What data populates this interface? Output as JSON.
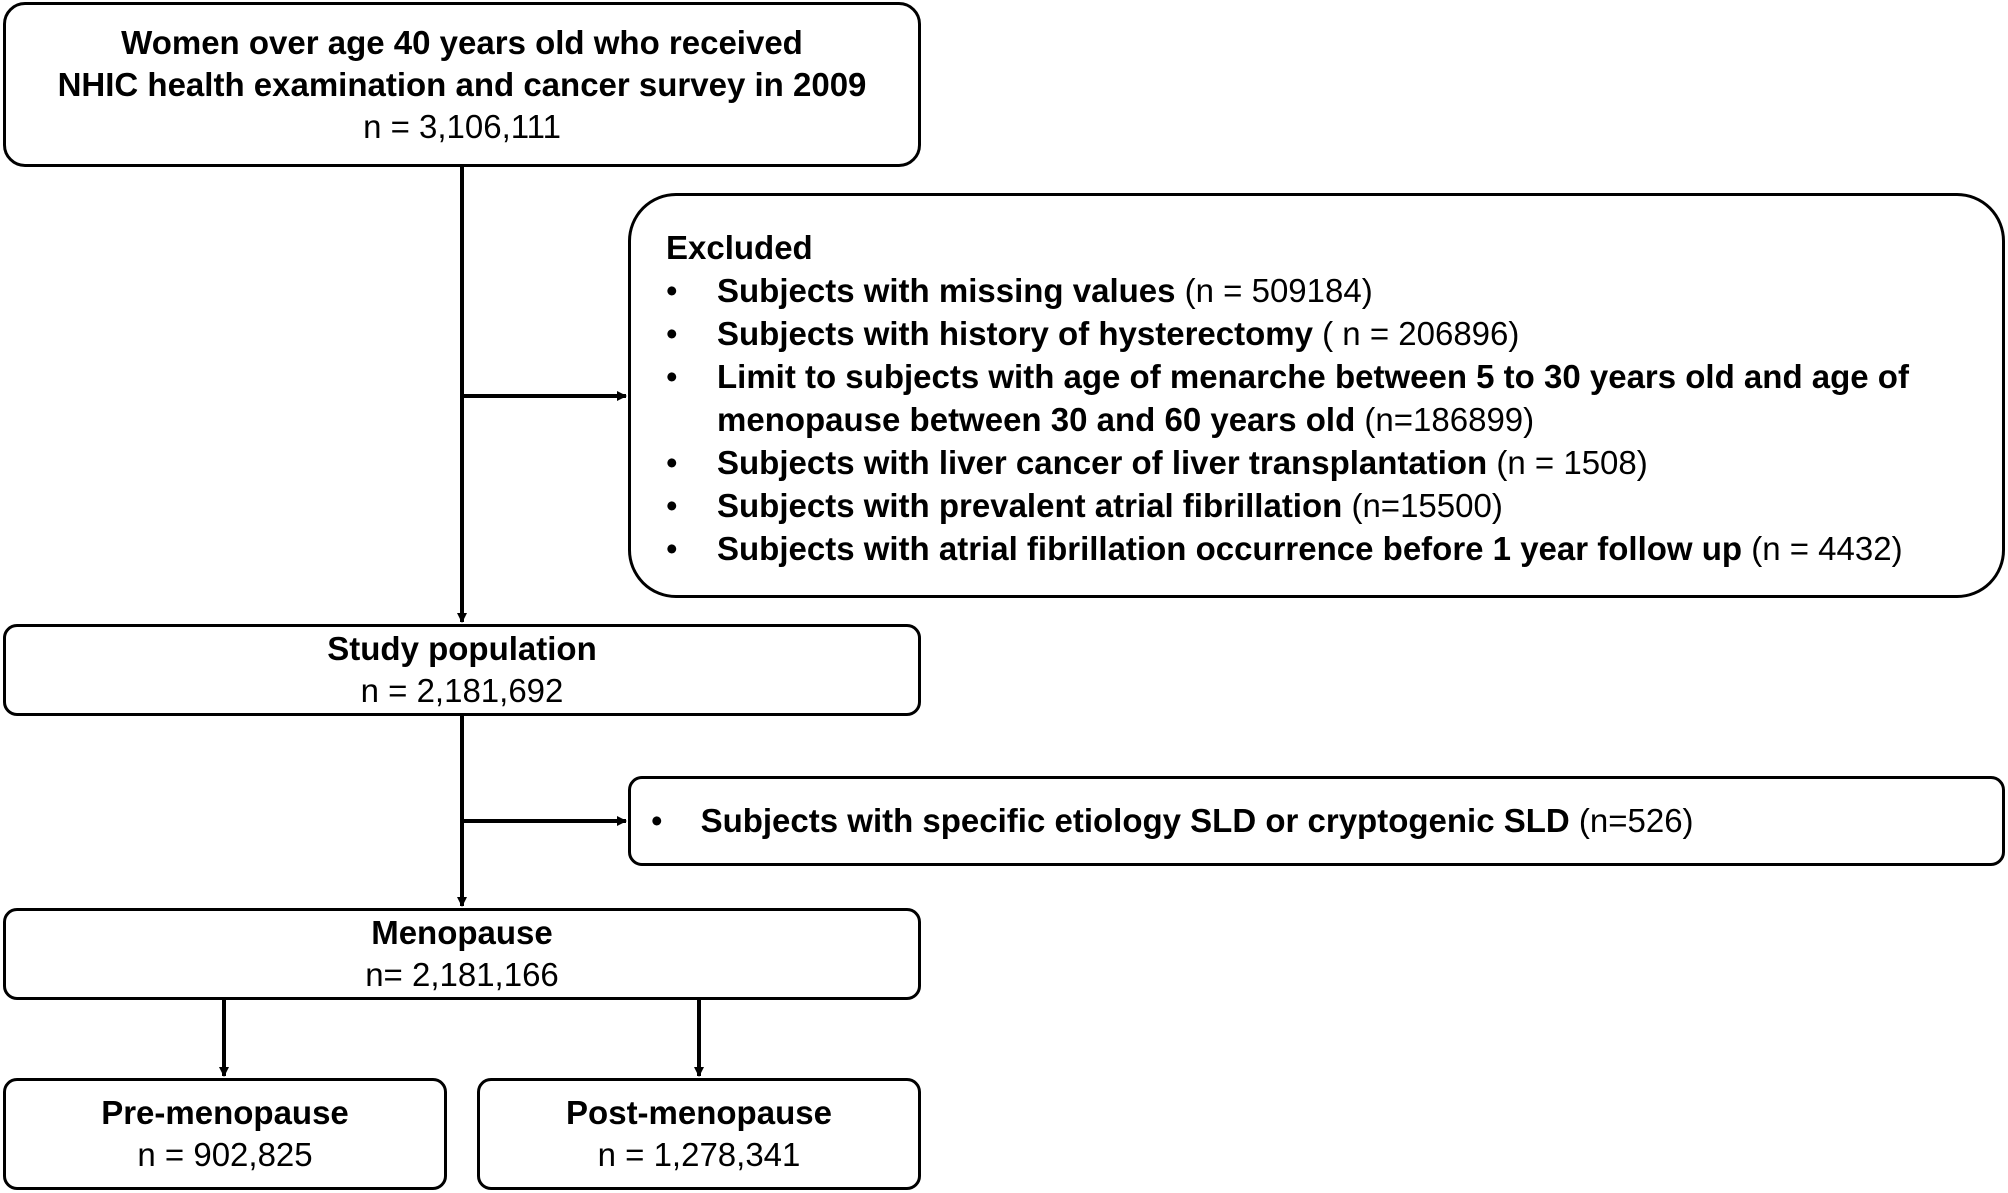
{
  "top": {
    "title_line1": "Women over age 40 years old who received",
    "title_line2": "NHIC health examination and cancer survey in 2009",
    "n": "n = 3,106,111"
  },
  "excluded": {
    "title": "Excluded",
    "bullet": "•",
    "items": [
      {
        "bold": "Subjects with missing values",
        "count": " (n = 509184)"
      },
      {
        "bold": "Subjects with history of hysterectomy",
        "count": " ( n = 206896)"
      },
      {
        "bold": "Limit to subjects with age of menarche between 5 to 30 years old and age of menopause between 30 and 60 years old",
        "count": " (n=186899)"
      },
      {
        "bold": "Subjects with liver cancer of liver transplantation",
        "count": " (n = 1508)"
      },
      {
        "bold": "Subjects with prevalent atrial fibrillation",
        "count": " (n=15500)"
      },
      {
        "bold": "Subjects with atrial fibrillation occurrence before 1 year follow up",
        "count": " (n =  4432)"
      }
    ]
  },
  "study": {
    "title": "Study population",
    "n": "n = 2,181,692"
  },
  "sld": {
    "bullet": "•",
    "bold": "Subjects with specific etiology SLD or cryptogenic SLD",
    "count": " (n=526)"
  },
  "menopause": {
    "title": "Menopause",
    "n": "n= 2,181,166"
  },
  "pre": {
    "title": "Pre-menopause",
    "n": "n = 902,825"
  },
  "post": {
    "title": "Post-menopause",
    "n": "n = 1,278,341"
  }
}
